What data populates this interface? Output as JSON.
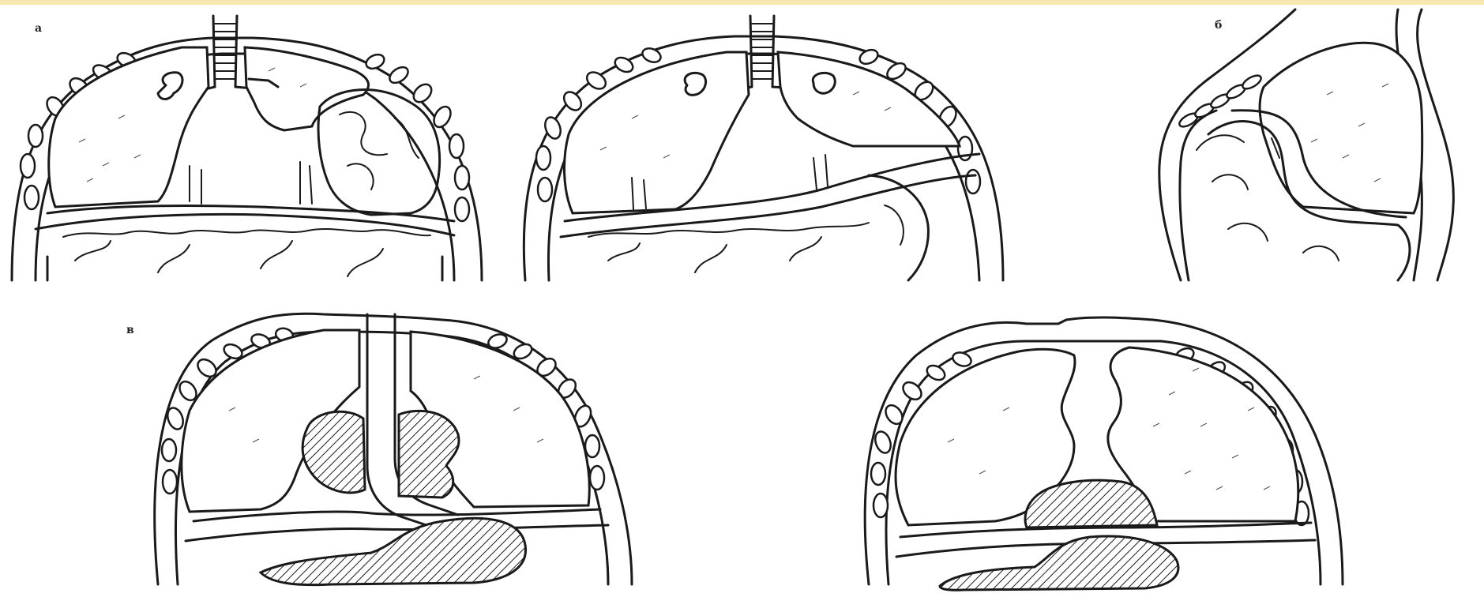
{
  "top_strip_color": "#f7e7b0",
  "ink_color": "#1a1a1a",
  "labels": {
    "a": "а",
    "b": "б",
    "v": "в"
  }
}
